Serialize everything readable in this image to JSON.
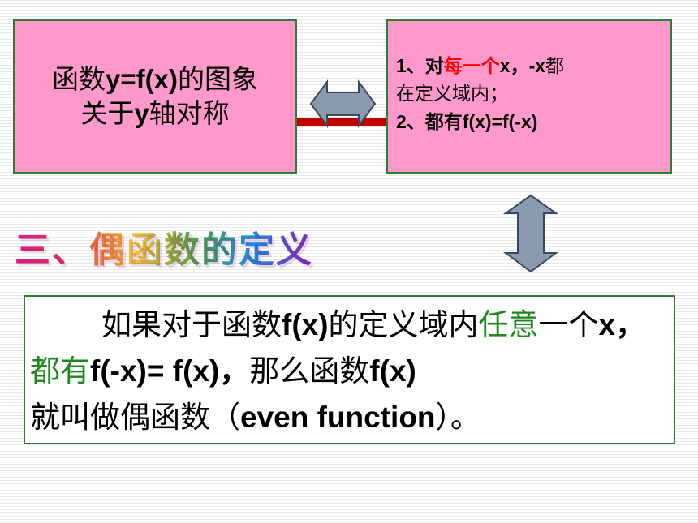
{
  "left_box": {
    "line1_a": "函数",
    "line1_b": "y=f(x)",
    "line1_c": "的图象",
    "line2_a": "关于",
    "line2_b": "y",
    "line2_c": "轴对称"
  },
  "right_box": {
    "l1_a": "1、对",
    "l1_b": "每一个",
    "l1_c": "x，-x",
    "l1_d": "都",
    "l2": "在定义域内；",
    "l3_a": "2、都有",
    "l3_b": "f(x)=f(-x)"
  },
  "section_title": "三、偶函数的定义",
  "definition": {
    "p1": "如果对于函数",
    "p2": "f(x)",
    "p3": "的定义域内",
    "p4": "任意",
    "p5": "一个",
    "p6": "x，",
    "p7": "都有",
    "p8": "f(-x)= f(x)，",
    "p9": "那么函数",
    "p10": "f(x)",
    "p11": "就叫做偶函数（",
    "p12": "even function",
    "p13": "）。"
  },
  "colors": {
    "box_fill": "#ff99cc",
    "border": "#2e7d32",
    "highlight_red": "#ff0000",
    "highlight_green": "#1b8a1b",
    "connector_bar": "#c00000",
    "arrow_fill": "#8a9bb0"
  }
}
